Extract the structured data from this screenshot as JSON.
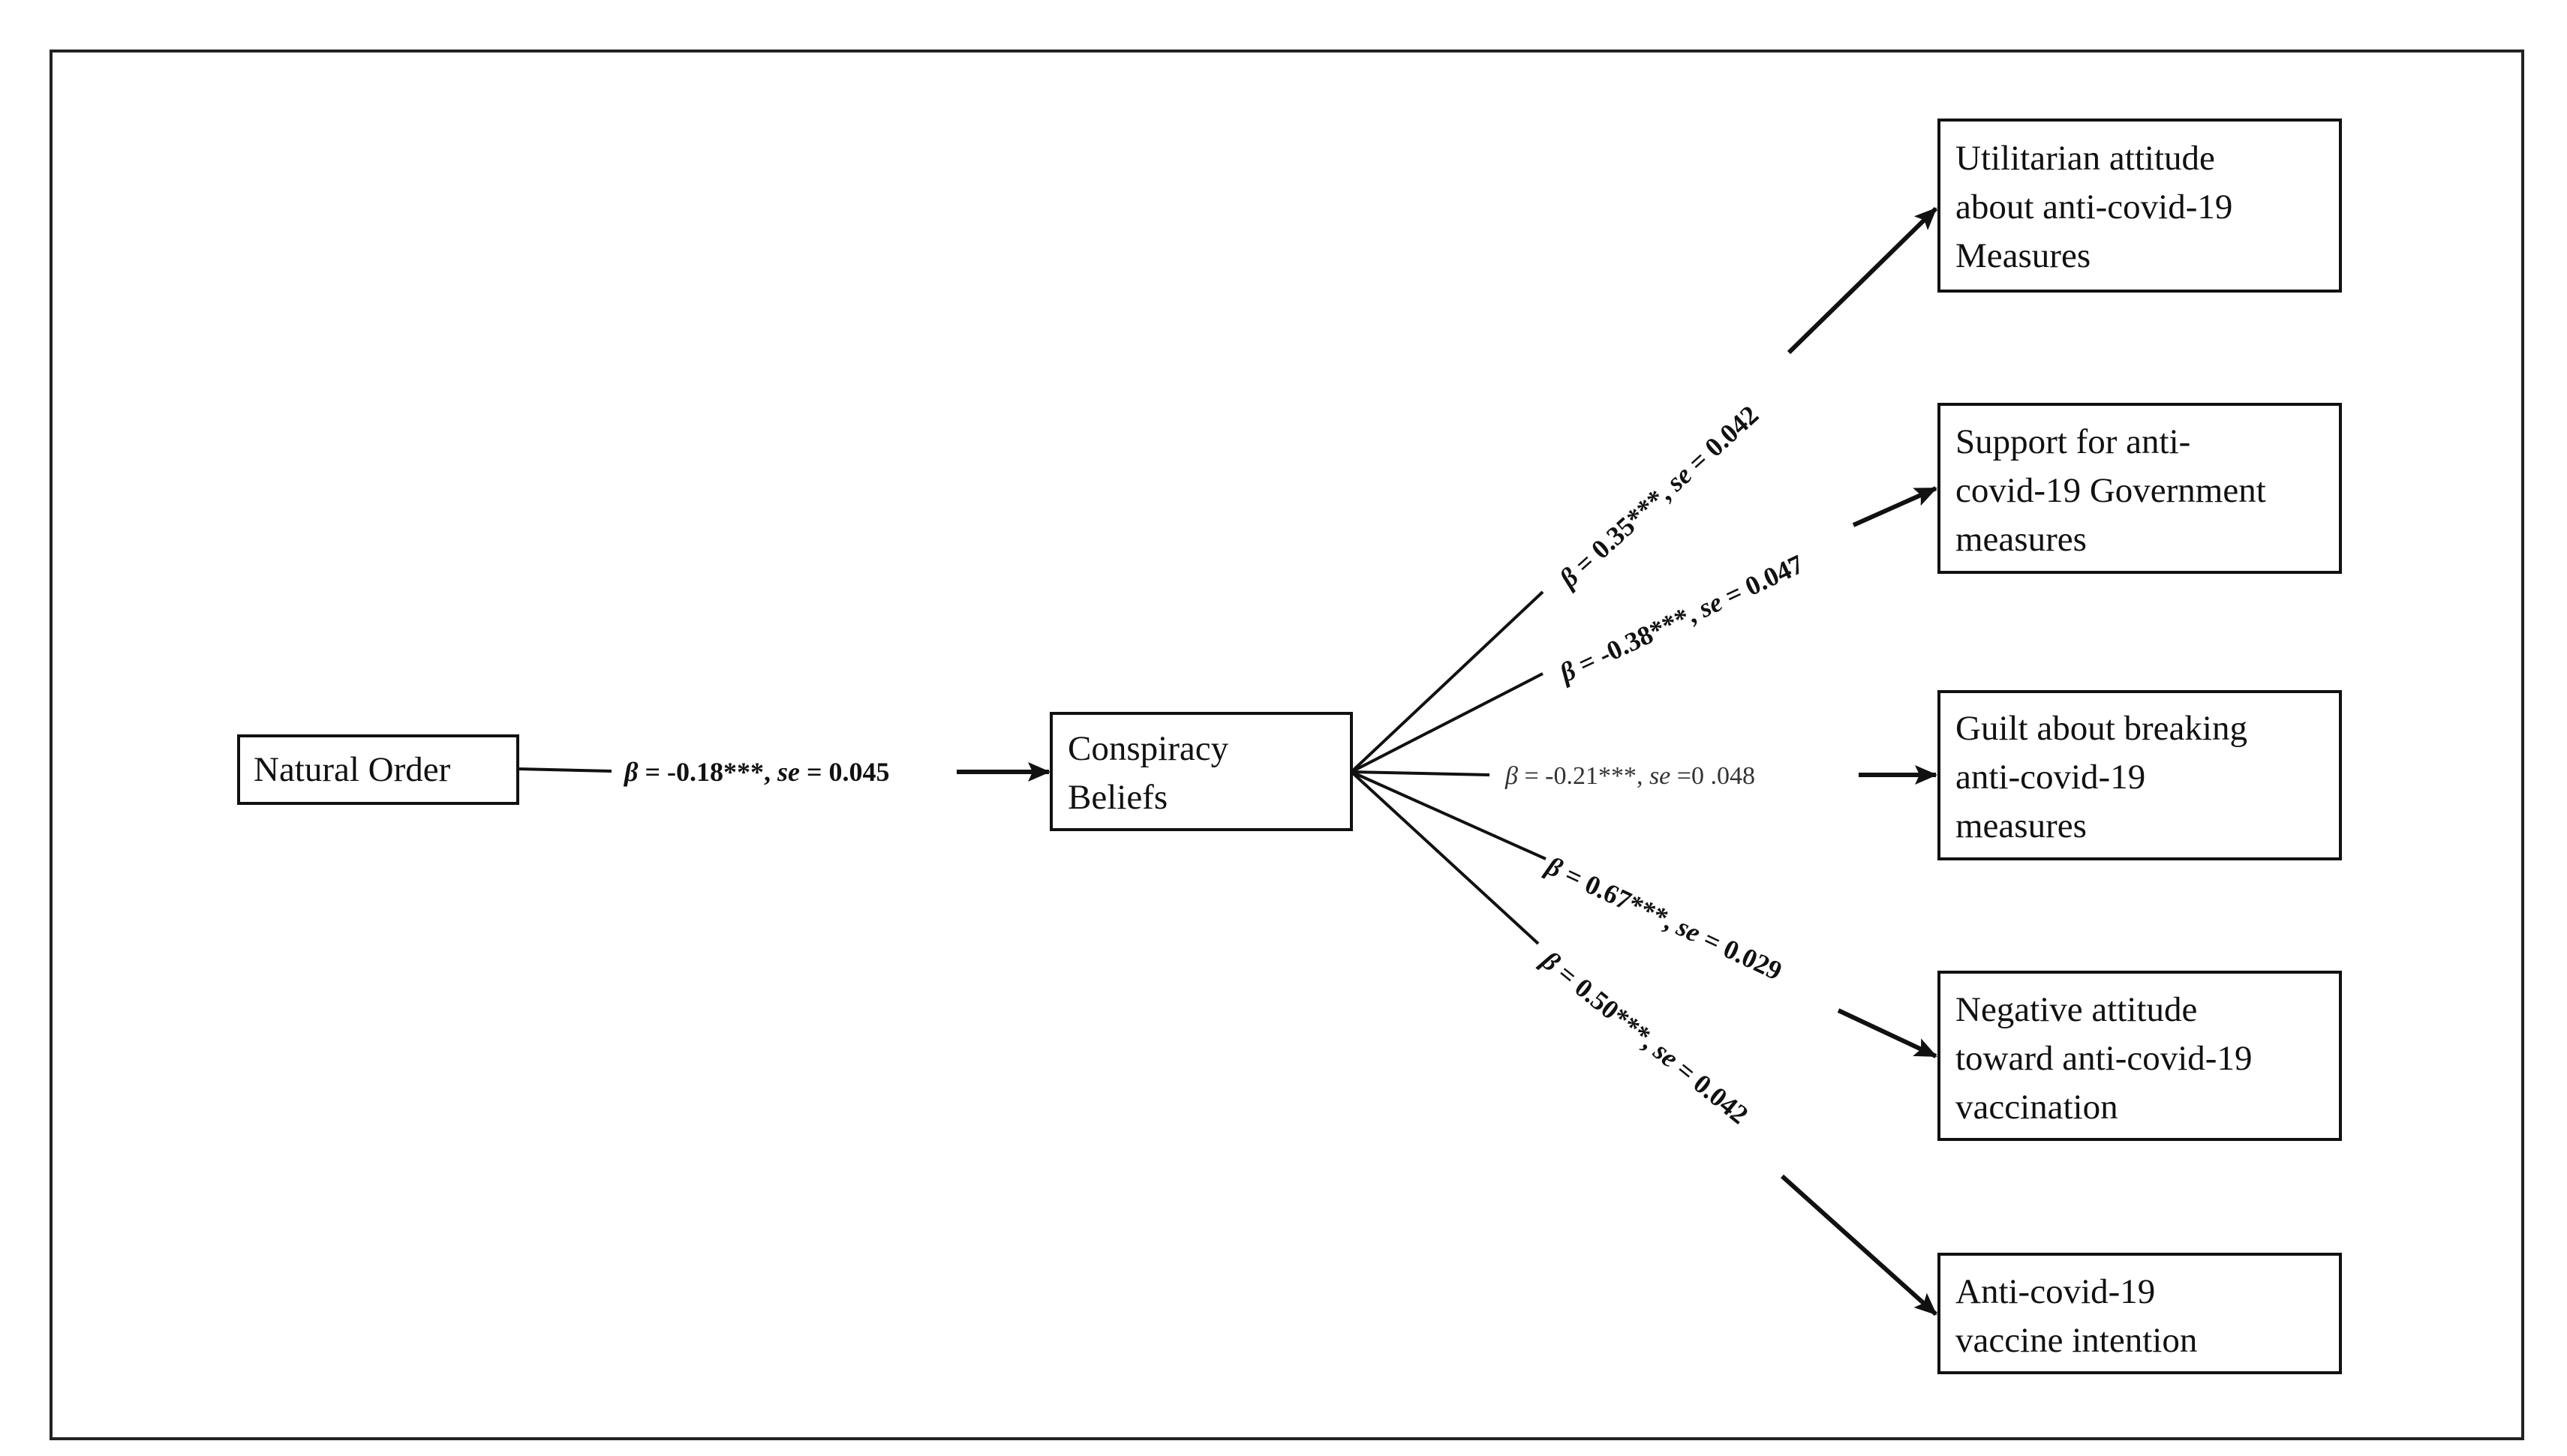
{
  "nodes": {
    "natural_order": [
      "Natural Order"
    ],
    "conspiracy": [
      "Conspiracy",
      "Beliefs"
    ],
    "utilitarian": [
      "Utilitarian attitude",
      "about anti-covid-19",
      "Measures"
    ],
    "support": [
      "Support for anti-",
      "covid-19 Government",
      "measures"
    ],
    "guilt": [
      "Guilt about breaking",
      "anti-covid-19",
      "measures"
    ],
    "negative": [
      "Negative attitude",
      "toward anti-covid-19",
      "vaccination"
    ],
    "intention": [
      "Anti-covid-19",
      "vaccine intention"
    ]
  },
  "paths": {
    "natural_to_conspiracy": {
      "beta_symbol": "β",
      "eq1": " = ",
      "beta_value": "-0.18***",
      "sep": ", ",
      "se_symbol": "se",
      "eq2": " = ",
      "se_value": "0.045"
    },
    "to_utilitarian": {
      "beta_symbol": "β",
      "eq1": " = ",
      "beta_value": "0.35***",
      "sep": ", ",
      "se_symbol": "se",
      "eq2": " = ",
      "se_value": "0.042"
    },
    "to_support": {
      "beta_symbol": "β",
      "eq1": " = ",
      "beta_value": "-0.38***",
      "sep": ", ",
      "se_symbol": "se",
      "eq2": " = ",
      "se_value": "0.047"
    },
    "to_guilt": {
      "beta_symbol": "β",
      "eq1": " = ",
      "beta_value": "-0.21***",
      "sep": ", ",
      "se_symbol": "se",
      "eq2": " =",
      "se_value": "0 .048"
    },
    "to_negative": {
      "beta_symbol": "β",
      "eq1": " = ",
      "beta_value": "0.67***",
      "sep": ", ",
      "se_symbol": "se",
      "eq2": " = ",
      "se_value": "0.029"
    },
    "to_intention": {
      "beta_symbol": "β",
      "eq1": " = ",
      "beta_value": "0.50***",
      "sep": ", ",
      "se_symbol": "se",
      "eq2": " = ",
      "se_value": "0.042"
    }
  }
}
